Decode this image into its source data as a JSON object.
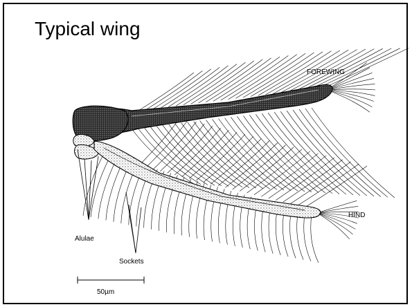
{
  "slide": {
    "title": "Typical wing"
  },
  "figure": {
    "labels": {
      "forewing": "FOREWING",
      "hind": "HIND",
      "alulae": "Alulae",
      "sockets": "Sockets",
      "scale": "50µm"
    }
  },
  "colors": {
    "background": "#ffffff",
    "ink": "#000000",
    "stipple": "#6a6a6a"
  }
}
